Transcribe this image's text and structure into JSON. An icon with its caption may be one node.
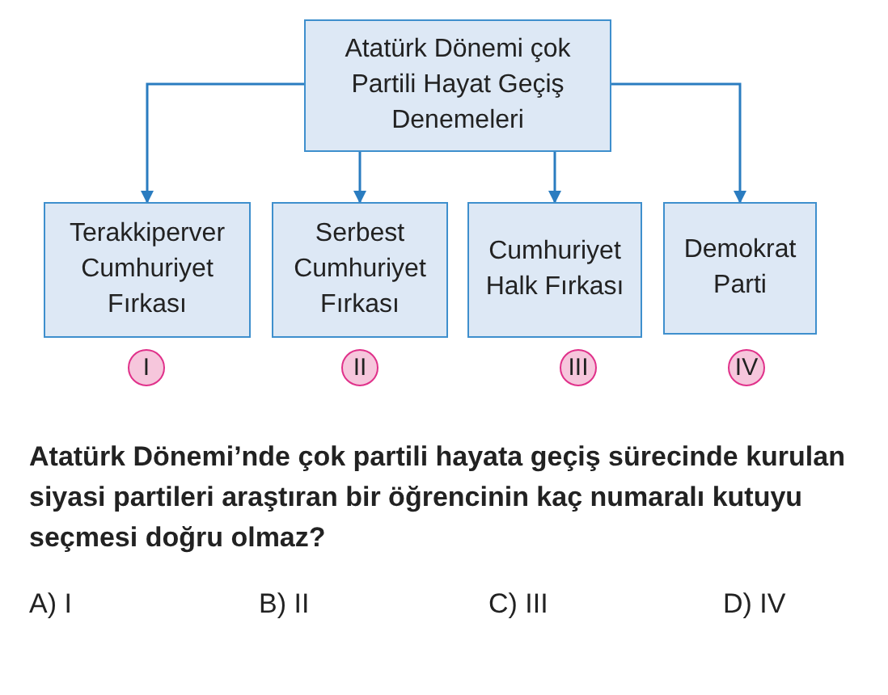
{
  "diagram": {
    "nodes": [
      {
        "text": [
          "Atatürk Dönemi çok Partili Hayat Geçiş Denemeleri"
        ]
      },
      {
        "text": [
          "Terakkiperver Cumhuriyet Fırkası"
        ]
      },
      {
        "text": [
          "Serbest Cumhuriyet Fırkası"
        ]
      },
      {
        "text": [
          "Cumhuriyet Halk Fırkası"
        ]
      },
      {
        "text": [
          "Demokrat Parti"
        ]
      },
      {
        "text": [
          "I"
        ]
      },
      {
        "text": [
          "II"
        ]
      },
      {
        "text": [
          "III"
        ]
      },
      {
        "text": [
          "IV"
        ]
      }
    ],
    "edges": [
      {
        "from": 0,
        "to": 1,
        "arrow": "to"
      },
      {
        "from": 0,
        "to": 2,
        "arrow": "to"
      },
      {
        "from": 0,
        "to": 3,
        "arrow": "to"
      },
      {
        "from": 0,
        "to": 4,
        "arrow": "to"
      }
    ],
    "labels": [
      "Atatürk Dönemi’nde çok partili hayata geçiş sürecinde kurulan siyasi partileri araştıran bir öğrencinin kaç numaralı kutuyu seçmesi doğru olmaz?",
      "A) I",
      "B) II",
      "C) III",
      "D) IV"
    ]
  }
}
